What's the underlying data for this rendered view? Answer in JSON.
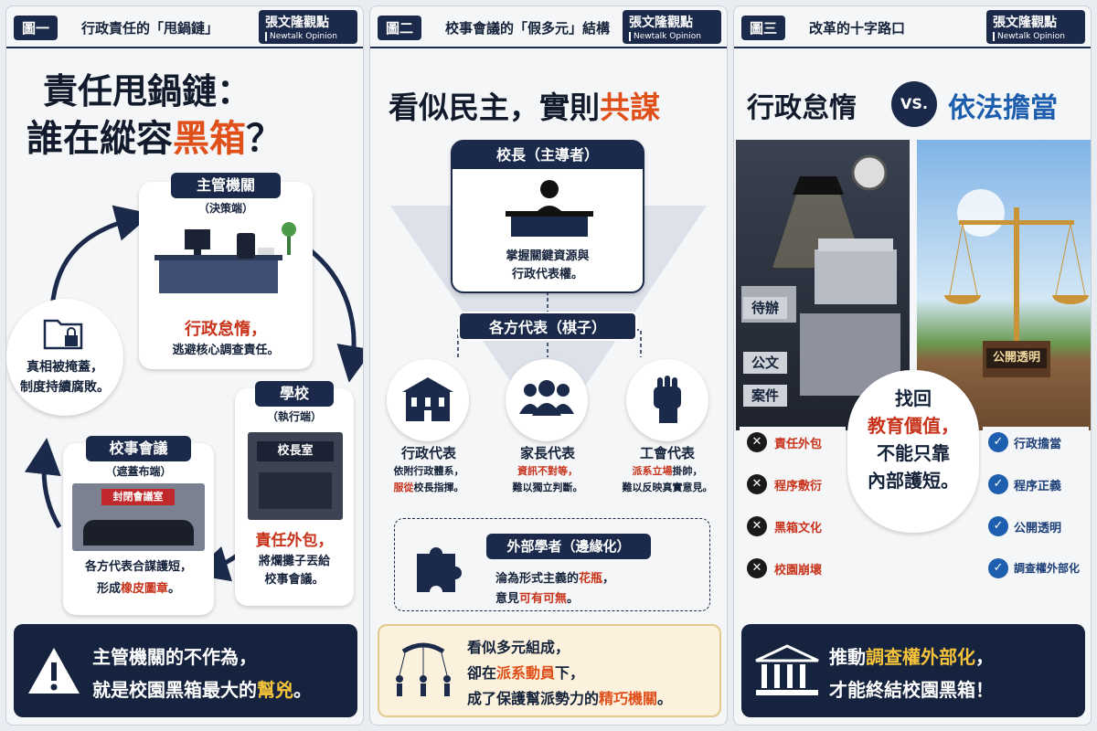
{
  "panel1": {
    "fig": "圖一",
    "subtitle": "行政責任的「甩鍋鏈」",
    "brand": "張文隆觀點",
    "brand_en": "Newtalk Opinion",
    "title_l1": "責任甩鍋鏈：",
    "title_l2a": "誰在縱容",
    "title_l2b": "黑箱",
    "title_l2c": "？",
    "authority": "主管機關",
    "authority_role": "（決策端）",
    "authority_red": "行政怠惰，",
    "authority_desc": "逃避核心調查責任。",
    "school": "學校",
    "school_role": "（執行端）",
    "office_sign": "校長室",
    "school_red": "責任外包，",
    "school_desc1": "將爛攤子丟給",
    "school_desc2": "校事會議。",
    "council": "校事會議",
    "council_role": "（遮蓋布端）",
    "council_sign": "封閉會議室",
    "council_desc1": "各方代表合謀護短，",
    "council_desc2a": "形成",
    "council_desc2b": "橡皮圖章",
    "council_desc2c": "。",
    "cover1": "真相被掩蓋，",
    "cover2": "制度持續腐敗。",
    "banner1": "主管機關的不作為，",
    "banner2a": "就是校園黑箱最大的",
    "banner2b": "幫兇",
    "banner2c": "。"
  },
  "panel2": {
    "fig": "圖二",
    "subtitle": "校事會議的「假多元」結構",
    "brand": "張文隆觀點",
    "brand_en": "Newtalk Opinion",
    "title_a": "看似民主，實則",
    "title_b": "共謀",
    "principal": "校長（主導者）",
    "principal_desc1": "掌握關鍵資源與",
    "principal_desc2": "行政代表權。",
    "reps": "各方代表（棋子）",
    "admin": "行政代表",
    "admin_d1": "依附行政體系，",
    "admin_d2a": "服從",
    "admin_d2b": "校長指揮。",
    "parent": "家長代表",
    "parent_d1": "資訊不對等，",
    "parent_d2": "難以獨立判斷。",
    "union": "工會代表",
    "union_d1a": "派系立場",
    "union_d1b": "掛帥，",
    "union_d2": "難以反映真實意見。",
    "scholar": "外部學者（邊緣化）",
    "scholar_d1a": "淪為形式主義的",
    "scholar_d1b": "花瓶",
    "scholar_d1c": "，",
    "scholar_d2a": "意見",
    "scholar_d2b": "可有可無",
    "scholar_d2c": "。",
    "banner1": "看似多元組成，",
    "banner2a": "卻在",
    "banner2b": "派系動員",
    "banner2c": "下，",
    "banner3a": "成了保護幫派勢力的",
    "banner3b": "精巧機關",
    "banner3c": "。"
  },
  "panel3": {
    "fig": "圖三",
    "subtitle": "改革的十字路口",
    "brand": "張文隆觀點",
    "brand_en": "Newtalk Opinion",
    "title_left": "行政怠惰",
    "vs": "VS.",
    "title_right": "依法擔當",
    "tags": [
      "待辦",
      "公文",
      "案件"
    ],
    "plaque": "公開透明",
    "center1": "找回",
    "center2": "教育價值，",
    "center3": "不能只靠",
    "center4": "內部護短。",
    "bad": [
      "責任外包",
      "程序敷衍",
      "黑箱文化",
      "校園崩壞"
    ],
    "good": [
      "行政擔當",
      "程序正義",
      "公開透明",
      "調查權外部化"
    ],
    "banner1a": "推動",
    "banner1b": "調查權外部化",
    "banner1c": "，",
    "banner2": "才能終結校園黑箱！"
  }
}
